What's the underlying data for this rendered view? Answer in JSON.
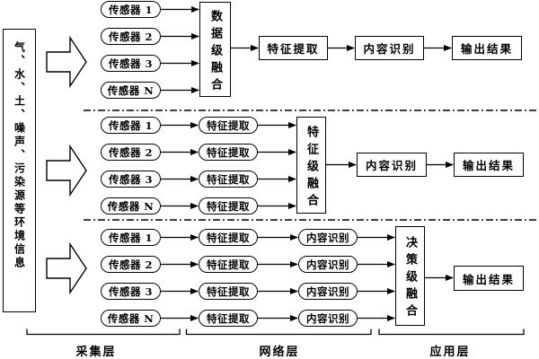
{
  "source_box": {
    "text": "气、水、土、噪声、污染源等环境信息"
  },
  "groups": [
    {
      "id": "data-level-fusion-row",
      "sensors": [
        "传感器 1",
        "传感器 2",
        "传感器 3",
        "传感器 N"
      ],
      "fusion": "数据级融合",
      "chain": [
        "特征提取",
        "内容识别",
        "输出结果"
      ]
    },
    {
      "id": "feature-level-fusion-row",
      "sensors": [
        "传感器 1",
        "传感器 2",
        "传感器 3",
        "传感器 N"
      ],
      "extractors": [
        "特征提取",
        "特征提取",
        "特征提取",
        "特征提取"
      ],
      "fusion": "特征级融合",
      "chain": [
        "内容识别",
        "输出结果"
      ]
    },
    {
      "id": "decision-level-fusion-row",
      "sensors": [
        "传感器 1",
        "传感器 2",
        "传感器 3",
        "传感器 N"
      ],
      "extractors": [
        "特征提取",
        "特征提取",
        "特征提取",
        "特征提取"
      ],
      "recognizers": [
        "内容识别",
        "内容识别",
        "内容识别",
        "内容识别"
      ],
      "fusion": "决策级融合",
      "chain": [
        "输出结果"
      ]
    }
  ],
  "layers": [
    {
      "label": "采集层"
    },
    {
      "label": "网络层"
    },
    {
      "label": "应用层"
    }
  ],
  "colors": {
    "stroke": "#000000",
    "background": "#ffffff"
  }
}
